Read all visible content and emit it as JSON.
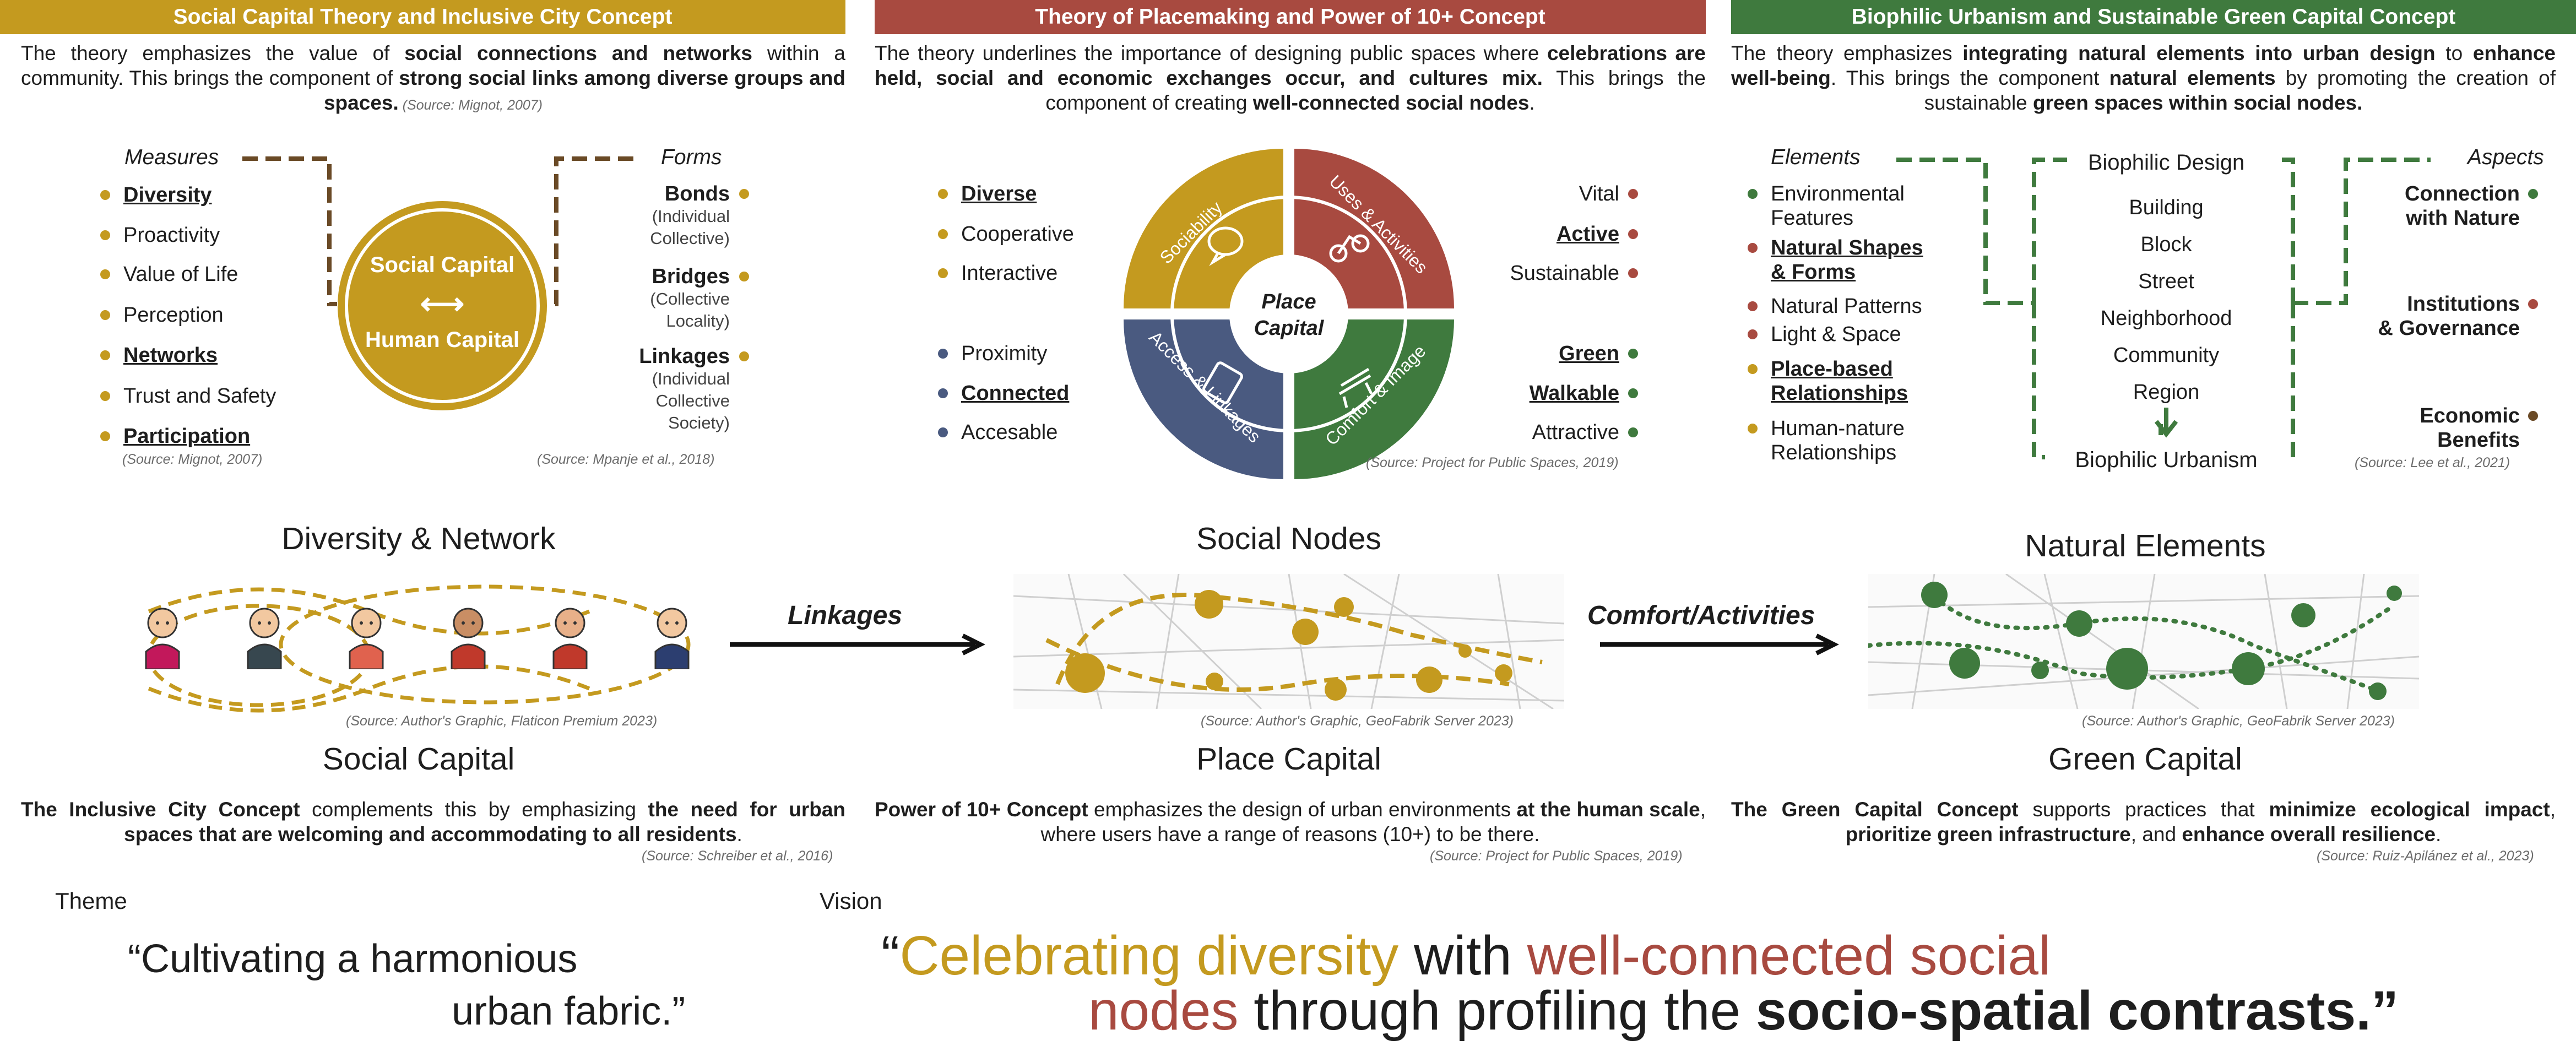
{
  "colors": {
    "gold": "#c49a1f",
    "red": "#a84a40",
    "green": "#3f7a3e",
    "navy": "#4a5a80",
    "brown": "#6a4a26",
    "dark": "#1e1e1e"
  },
  "col1": {
    "header": "Social Capital Theory and Inclusive City Concept",
    "intro": {
      "p1": "The theory emphasizes the value of ",
      "b1": "social connections and networks",
      "p2": " within a community. This brings the component of ",
      "b2": "strong social links among diverse groups and spaces.",
      "src": " (Source: Mignot, 2007)"
    },
    "measures_label": "Measures",
    "measures": [
      "Diversity",
      "Proactivity",
      "Value of Life",
      "Perception",
      "Networks",
      "Trust and Safety",
      "Participation"
    ],
    "measures_src": "(Source: Mignot, 2007)",
    "circle_top": "Social Capital",
    "circle_arrow": "⟷",
    "circle_bottom": "Human Capital",
    "forms_label": "Forms",
    "forms": [
      {
        "name": "Bonds",
        "desc": [
          "(Individual",
          "Collective)"
        ]
      },
      {
        "name": "Bridges",
        "desc": [
          "(Collective",
          "Locality)"
        ]
      },
      {
        "name": "Linkages",
        "desc": [
          "(Individual",
          "Collective",
          "Society)"
        ]
      }
    ],
    "forms_src": "(Source: Mpanje et al., 2018)",
    "band_title": "Diversity & Network",
    "band_src": "(Source: Author's Graphic, Flaticon Premium 2023)",
    "capital": "Social Capital",
    "para": {
      "b1": "The Inclusive City Concept",
      "p1": " complements this by emphasizing ",
      "b2": "the need for urban spaces that are welcoming and accommodating to all residents",
      "p2": "."
    },
    "para_src": "(Source: Schreiber et al., 2016)"
  },
  "col2": {
    "header": "Theory of Placemaking and Power of 10+ Concept",
    "intro": {
      "p1": "The theory underlines the importance of designing public spaces where ",
      "b1": "celebrations are held, social and economic exchanges occur, and cultures mix.",
      "p2": " This brings the component of creating ",
      "b2": "well-connected social nodes",
      "p3": "."
    },
    "left_top": [
      "Diverse",
      "Cooperative",
      "Interactive"
    ],
    "left_bottom": [
      "Proximity",
      "Connected",
      "Accesable"
    ],
    "right_top": [
      "Vital",
      "Active",
      "Sustainable"
    ],
    "right_bottom": [
      "Green",
      "Walkable",
      "Attractive"
    ],
    "quadrants": [
      "Sociability",
      "Uses & Activities",
      "Access & Linkages",
      "Comfort & Image"
    ],
    "center_l1": "Place",
    "center_l2": "Capital",
    "wheel_src": "(Source: Project for Public Spaces, 2019)",
    "arrow1": "Linkages",
    "band_title": "Social Nodes",
    "band_src": "(Source: Author's Graphic, GeoFabrik Server 2023)",
    "capital": "Place Capital",
    "para": {
      "b1": "Power of 10+ Concept",
      "p1": " emphasizes the design of urban environments ",
      "b2": "at the human scale",
      "p2": ", where users have a range of reasons (10+) to be there."
    },
    "para_src": "(Source: Project for Public Spaces, 2019)"
  },
  "col3": {
    "header": "Biophilic Urbanism and Sustainable Green Capital Concept",
    "intro": {
      "p1": "The theory emphasizes ",
      "b1": "integrating natural elements into urban design",
      "p2": " to ",
      "b2": "enhance well-being",
      "p3": ". This brings the component ",
      "b3": "natural elements",
      "p4": " by promoting the creation of sustainable ",
      "b4": "green spaces within social nodes."
    },
    "elements_label": "Elements",
    "elements": [
      {
        "t": [
          "Environmental",
          "Features"
        ],
        "c": "green",
        "bold": false
      },
      {
        "t": [
          "Natural Shapes",
          "& Forms"
        ],
        "c": "red",
        "bold": true
      },
      {
        "t": [
          "Natural Patterns"
        ],
        "c": "red",
        "bold": false
      },
      {
        "t": [
          "Light & Space"
        ],
        "c": "red",
        "bold": false
      },
      {
        "t": [
          "Place-based",
          "Relationships"
        ],
        "c": "gold",
        "bold": true
      },
      {
        "t": [
          "Human-nature",
          "Relationships"
        ],
        "c": "gold",
        "bold": false
      }
    ],
    "design_top": "Biophilic Design",
    "scales": [
      "Building",
      "Block",
      "Street",
      "Neighborhood",
      "Community",
      "Region"
    ],
    "design_bottom": "Biophilic Urbanism",
    "aspects_label": "Aspects",
    "aspects": [
      {
        "t": [
          "Connection",
          "with Nature"
        ],
        "c": "green"
      },
      {
        "t": [
          "Institutions",
          "& Governance"
        ],
        "c": "red"
      },
      {
        "t": [
          "Economic",
          "Benefits"
        ],
        "c": "brown"
      }
    ],
    "aspects_src": "(Source: Lee et al., 2021)",
    "arrow2": "Comfort/Activities",
    "band_title": "Natural Elements",
    "band_src": "(Source: Author's Graphic, GeoFabrik Server 2023)",
    "capital": "Green Capital",
    "para": {
      "b1": "The Green Capital Concept",
      "p1": " supports practices that ",
      "b2": "minimize ecological impact",
      "p2": ", ",
      "b3": "prioritize green infrastructure",
      "p3": ", and ",
      "b4": "enhance overall resilience",
      "p4": "."
    },
    "para_src": "(Source: Ruiz-Apilánez et al., 2023)"
  },
  "theme": {
    "label": "Theme",
    "l1": "“Cultivating a harmonious",
    "l2": "urban fabric.”"
  },
  "vision": {
    "label": "Vision",
    "q1": "“",
    "g1": "Celebrating diversity",
    "p1": " with ",
    "r1": "well-connected social",
    "r2": "nodes",
    "p2": " through profiling the ",
    "b1": "socio-spatial contrasts.”"
  },
  "icons": {
    "people": [
      "person-hijab-icon",
      "person-elder-icon",
      "person-woman-icon",
      "person-beard-icon",
      "person-woman-dark-icon",
      "person-man-icon"
    ],
    "quadrants": [
      "speech-bubble-icon",
      "bicycle-icon",
      "bus-icon",
      "bench-icon"
    ]
  }
}
